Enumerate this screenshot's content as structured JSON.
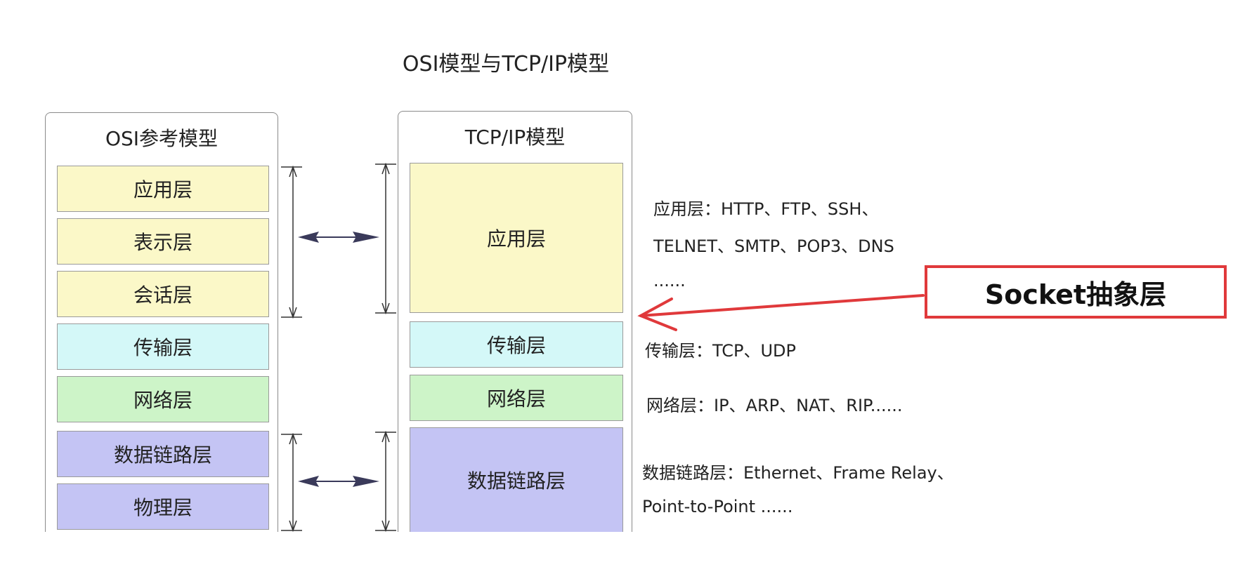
{
  "title": "OSI模型与TCP/IP模型",
  "osi": {
    "header": "OSI参考模型",
    "layers": [
      "应用层",
      "表示层",
      "会话层",
      "传输层",
      "网络层",
      "数据链路层",
      "物理层"
    ]
  },
  "tcpip": {
    "header": "TCP/IP模型",
    "layers": [
      "应用层",
      "传输层",
      "网络层",
      "数据链路层"
    ]
  },
  "protocols": {
    "application_line1": "应用层：HTTP、FTP、SSH、",
    "application_line2": "TELNET、SMTP、POP3、DNS",
    "application_line3": "......",
    "transport": "传输层：TCP、UDP",
    "network": "网络层：IP、ARP、NAT、RIP......",
    "datalink_line1": "数据链路层：Ethernet、Frame Relay、",
    "datalink_line2": "Point-to-Point ......"
  },
  "socket_label": "Socket抽象层",
  "colors": {
    "application": "#fbf8c8",
    "transport": "#d4f8f8",
    "network": "#cdf4c8",
    "datalink": "#c4c4f4",
    "socket_accent": "#e0393b",
    "arrow": "#3a3a5a"
  }
}
